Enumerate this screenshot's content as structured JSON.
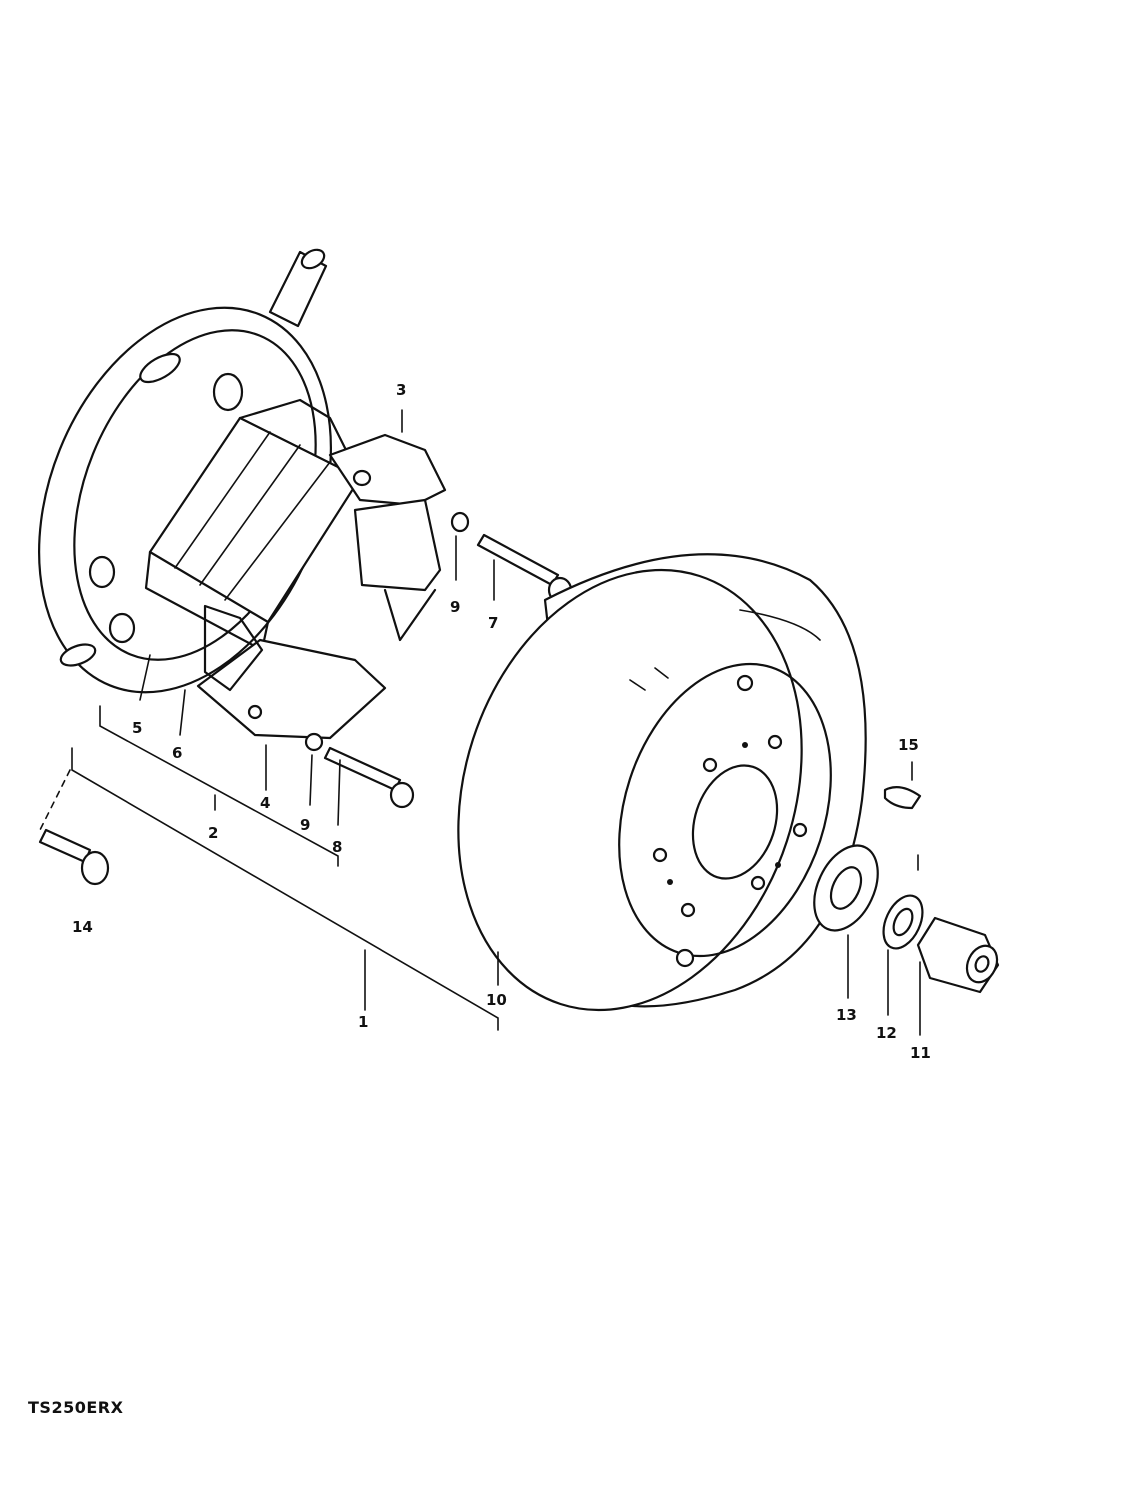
{
  "model_code": "TS250ERX",
  "callouts": {
    "p1": "1",
    "p2": "2",
    "p3": "3",
    "p4": "4",
    "p5": "5",
    "p6": "6",
    "p7": "7",
    "p8": "8",
    "p9a": "9",
    "p9b": "9",
    "p10": "10",
    "p11": "11",
    "p12": "12",
    "p13": "13",
    "p14": "14",
    "p15": "15"
  }
}
